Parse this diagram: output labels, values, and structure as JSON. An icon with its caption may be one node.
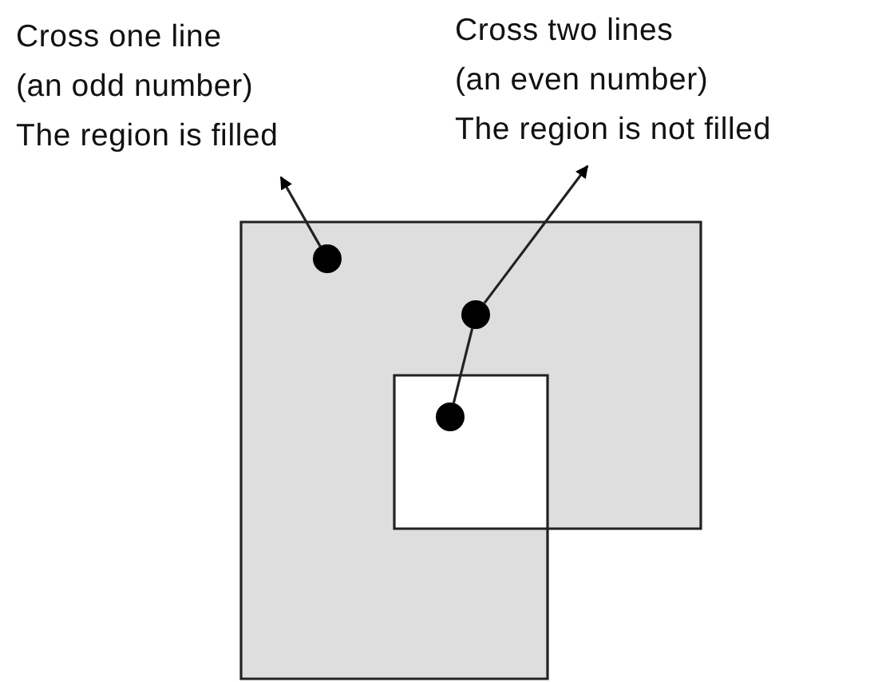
{
  "diagram": {
    "nodes": [
      {
        "text": [
          "Cross one line",
          "(an odd number)",
          "The region is filled"
        ]
      },
      {
        "text": [
          "Cross two lines",
          "(an even number)",
          "The region is not filled"
        ]
      },
      {
        "text": [],
        "shape": "circle"
      },
      {
        "text": [],
        "shape": "circle"
      },
      {
        "text": [],
        "shape": "circle"
      }
    ],
    "edges": [
      {
        "from": 2,
        "to": 0,
        "arrow": "to"
      },
      {
        "from": 4,
        "to": 3,
        "arrow": "none"
      },
      {
        "from": 3,
        "to": 1,
        "arrow": "to"
      }
    ]
  }
}
